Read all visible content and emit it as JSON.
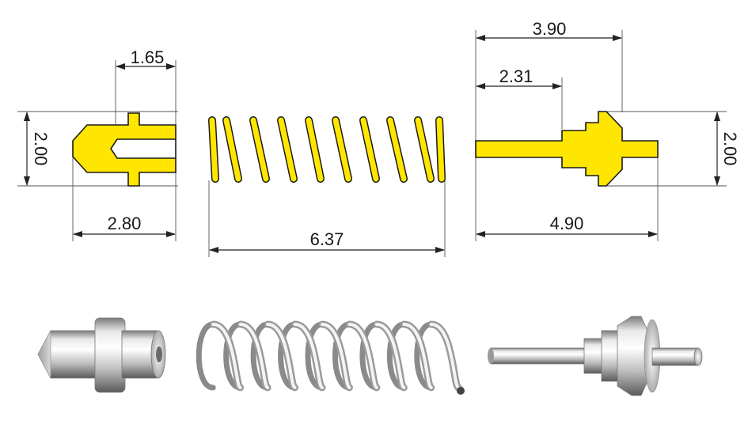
{
  "colors": {
    "part_fill": "#ffe600",
    "outline": "#1a1a1a",
    "metal_light": "#f2f2f2",
    "metal_mid": "#b9b9b9",
    "metal_dark": "#6a6a6a"
  },
  "dimensions": {
    "housing_width": "1.65",
    "housing_height": "2.00",
    "housing_length": "2.80",
    "spring_length": "6.37",
    "plunger_head_offset": "3.90",
    "plunger_step_offset": "2.31",
    "plunger_height": "2.00",
    "plunger_length": "4.90"
  },
  "spring": {
    "coil_count": 9
  }
}
